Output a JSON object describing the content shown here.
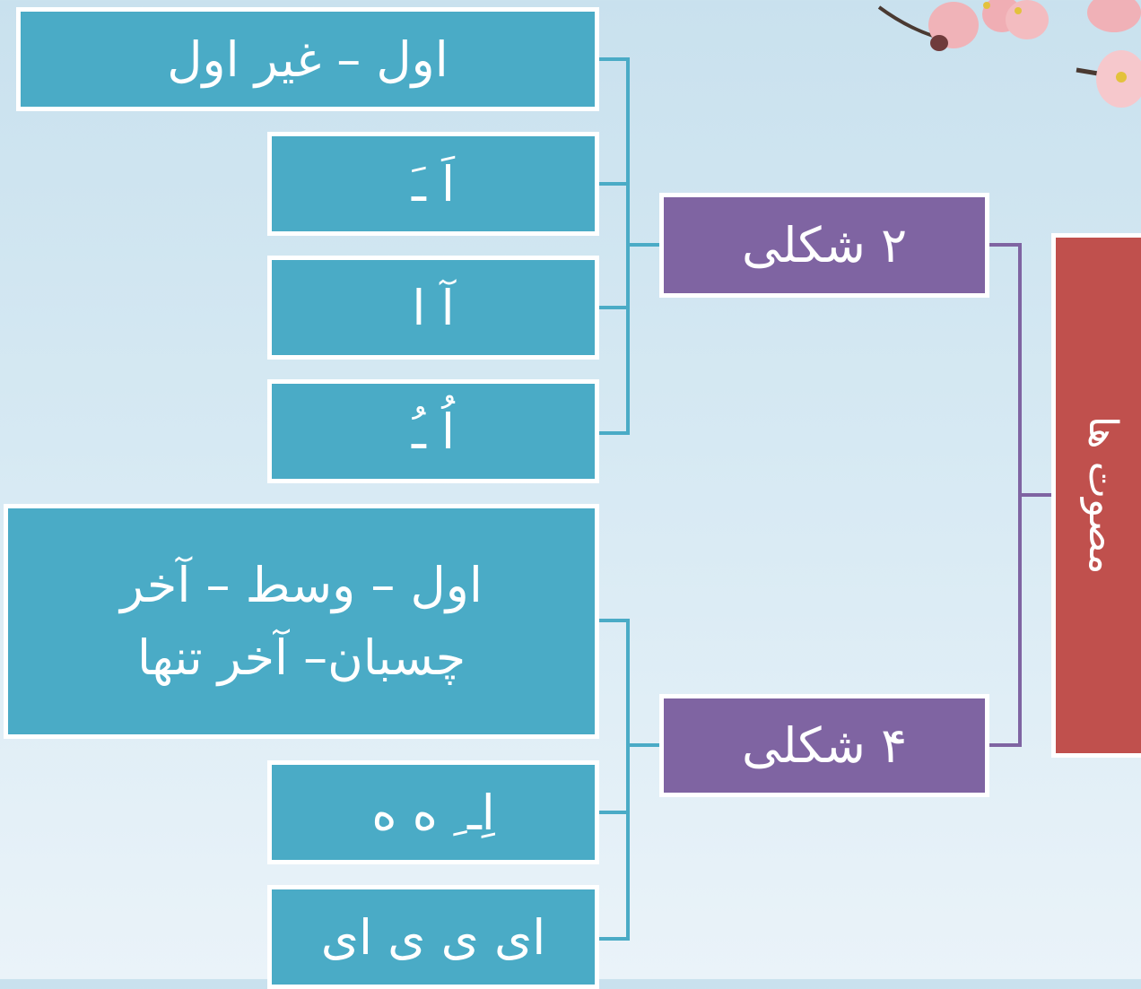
{
  "diagram": {
    "root": {
      "label": "مصوت ها"
    },
    "branches": [
      {
        "label": "۲ شکلی",
        "leaves": [
          {
            "label": "اول – غیر اول"
          },
          {
            "label": "اَ  ـَ"
          },
          {
            "label": "آ ا"
          },
          {
            "label": "اُ  ـُ"
          }
        ]
      },
      {
        "label": "۴ شکلی",
        "leaves": [
          {
            "line1": "اول – وسط – آخر",
            "line2": "چسبان– آخر تنها"
          },
          {
            "label": "اِـ ِ ه ه"
          },
          {
            "label": "ای ی ی ای"
          }
        ]
      }
    ],
    "colors": {
      "leaf": "#4aabc6",
      "branch": "#7f64a2",
      "root": "#c0504d",
      "leaf_connector": "#4aabc6",
      "branch_connector": "#7f64a2",
      "box_border": "#ffffff"
    }
  }
}
